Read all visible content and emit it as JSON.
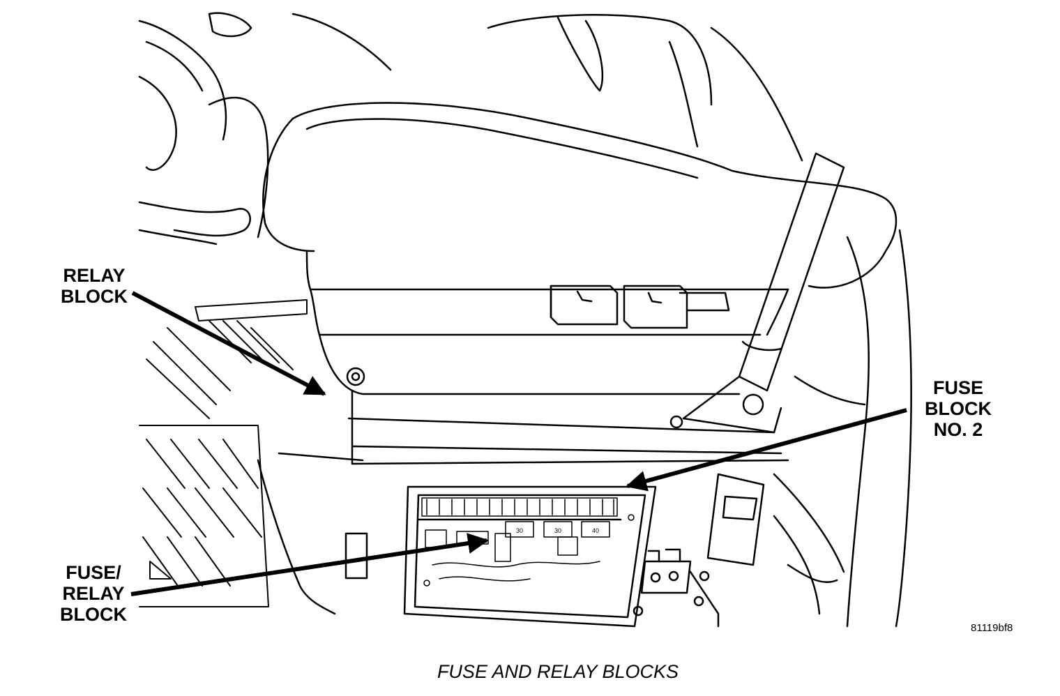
{
  "callouts": {
    "relay_block": [
      "RELAY",
      "BLOCK"
    ],
    "fuse_block_2": [
      "FUSE",
      "BLOCK",
      "NO. 2"
    ],
    "fuse_relay_block": [
      "FUSE/",
      "RELAY",
      "BLOCK"
    ]
  },
  "figure_id": "81119bf8",
  "caption": "FUSE AND RELAY BLOCKS",
  "cartridge_fuse_labels": [
    "30",
    "30",
    "40"
  ]
}
